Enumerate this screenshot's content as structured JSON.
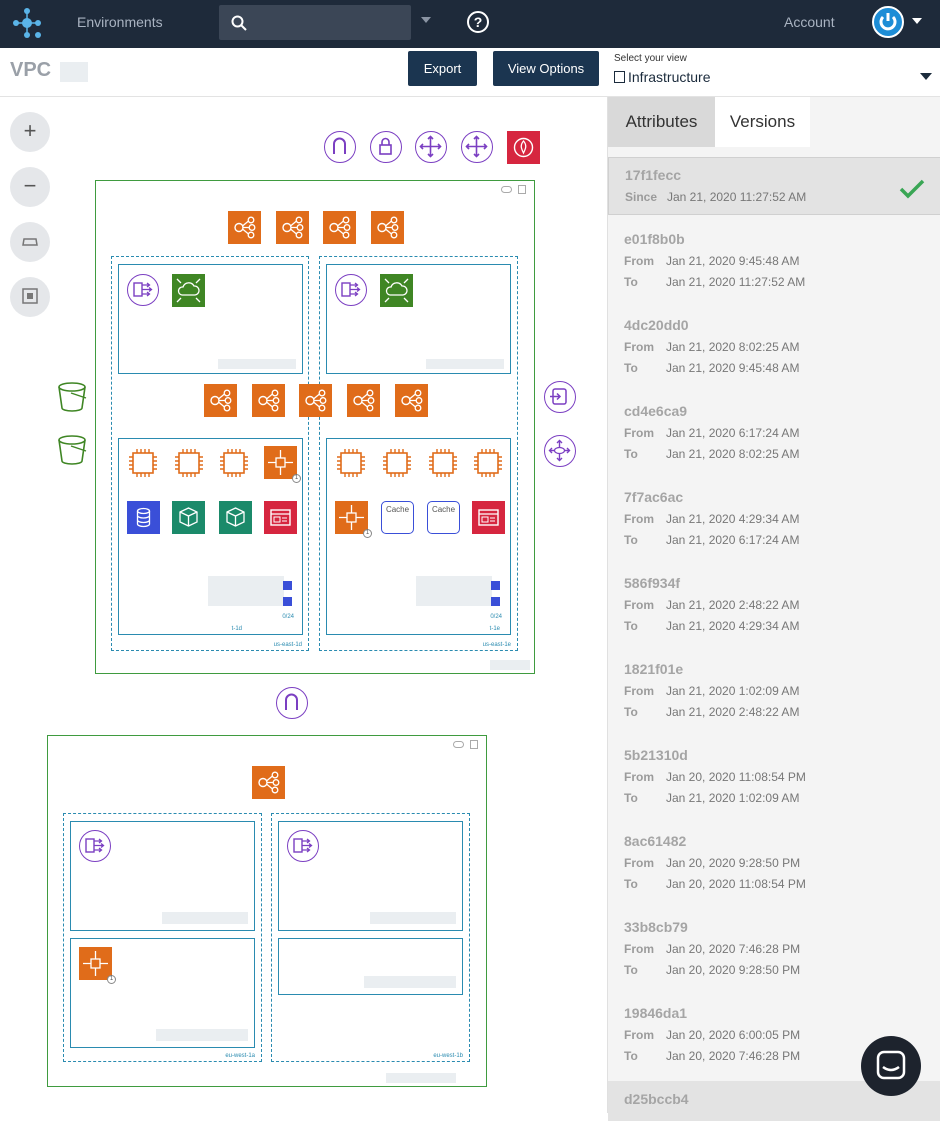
{
  "nav": {
    "environments": "Environments",
    "account": "Account",
    "help": "?"
  },
  "subbar": {
    "title": "VPC",
    "export": "Export",
    "view_options": "View Options",
    "view_label": "Select your view",
    "view_value": "Infrastructure"
  },
  "zoom": {
    "in": "+",
    "out": "−"
  },
  "tabs": {
    "attributes": "Attributes",
    "versions": "Versions"
  },
  "versions": [
    {
      "id": "17f1fecc",
      "since": "Jan 21, 2020 11:27:52 AM",
      "current": true
    },
    {
      "id": "e01f8b0b",
      "from": "Jan 21, 2020 9:45:48 AM",
      "to": "Jan 21, 2020 11:27:52 AM"
    },
    {
      "id": "4dc20dd0",
      "from": "Jan 21, 2020 8:02:25 AM",
      "to": "Jan 21, 2020 9:45:48 AM"
    },
    {
      "id": "cd4e6ca9",
      "from": "Jan 21, 2020 6:17:24 AM",
      "to": "Jan 21, 2020 8:02:25 AM"
    },
    {
      "id": "7f7ac6ac",
      "from": "Jan 21, 2020 4:29:34 AM",
      "to": "Jan 21, 2020 6:17:24 AM"
    },
    {
      "id": "586f934f",
      "from": "Jan 21, 2020 2:48:22 AM",
      "to": "Jan 21, 2020 4:29:34 AM"
    },
    {
      "id": "1821f01e",
      "from": "Jan 21, 2020 1:02:09 AM",
      "to": "Jan 21, 2020 2:48:22 AM"
    },
    {
      "id": "5b21310d",
      "from": "Jan 20, 2020 11:08:54 PM",
      "to": "Jan 21, 2020 1:02:09 AM"
    },
    {
      "id": "8ac61482",
      "from": "Jan 20, 2020 9:28:50 PM",
      "to": "Jan 20, 2020 11:08:54 PM"
    },
    {
      "id": "33b8cb79",
      "from": "Jan 20, 2020 7:46:28 PM",
      "to": "Jan 20, 2020 9:28:50 PM"
    },
    {
      "id": "19846da1",
      "from": "Jan 20, 2020 6:00:05 PM",
      "to": "Jan 20, 2020 7:46:28 PM"
    },
    {
      "id": "d25bccb4"
    }
  ],
  "labels": {
    "since": "Since",
    "from": "From",
    "to": "To"
  },
  "diagram": {
    "az_1d": "us-east-1d",
    "az_1e": "us-east-1e",
    "az_1a": "eu-west-1a",
    "az_1b": "eu-west-1b",
    "cache": "Cache",
    "cidr": "0/24",
    "sub_1d": "t-1d",
    "sub_1e": "t-1e"
  },
  "colors": {
    "topbar": "#1e2a3a",
    "button": "#1b3550",
    "orange": "#e06c1a",
    "green": "#3f8624",
    "purple": "#7b3fc2",
    "red": "#d6263f",
    "vpc_border": "#3f9b3f",
    "subnet_border": "#2a8bb0"
  }
}
